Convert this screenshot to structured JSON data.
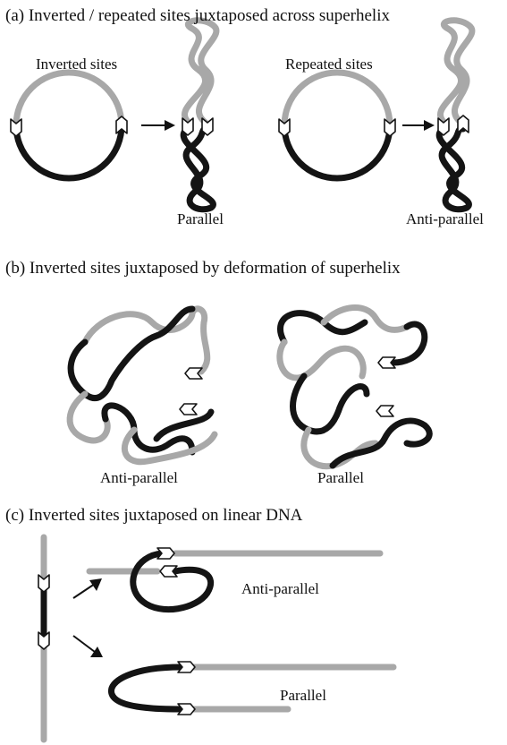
{
  "panels": {
    "a": {
      "title": "(a) Inverted / repeated sites juxtaposed across superhelix",
      "inverted_label": "Inverted sites",
      "repeated_label": "Repeated sites",
      "result_left": "Parallel",
      "result_right": "Anti-parallel"
    },
    "b": {
      "title": "(b) Inverted sites juxtaposed by deformation of superhelix",
      "left_label": "Anti-parallel",
      "right_label": "Parallel"
    },
    "c": {
      "title": "(c) Inverted sites juxtaposed on linear DNA",
      "top_label": "Anti-parallel",
      "bottom_label": "Parallel"
    }
  },
  "colors": {
    "grey_strand": "#a8a8a8",
    "black_strand": "#141414",
    "site_fill": "#ffffff"
  }
}
